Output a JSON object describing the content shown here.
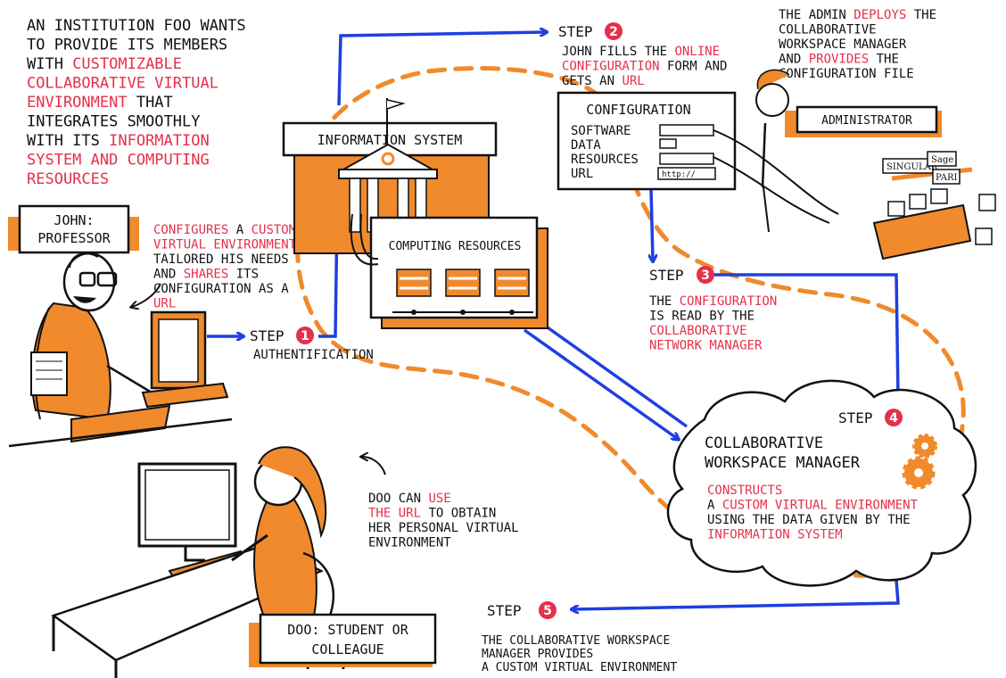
{
  "colors": {
    "accent": "#e5304a",
    "orange": "#f08a2c",
    "blue": "#1f3fe0",
    "ink": "#111111"
  },
  "intro": [
    [
      {
        "t": "AN INSTITUTION FOO WANTS",
        "c": "k"
      }
    ],
    [
      {
        "t": "TO PROVIDE ITS MEMBERS",
        "c": "k"
      }
    ],
    [
      {
        "t": "WITH ",
        "c": "k"
      },
      {
        "t": "CUSTOMIZABLE",
        "c": "r"
      }
    ],
    [
      {
        "t": "COLLABORATIVE VIRTUAL",
        "c": "r"
      }
    ],
    [
      {
        "t": "ENVIRONMENT",
        "c": "r"
      },
      {
        "t": " THAT",
        "c": "k"
      }
    ],
    [
      {
        "t": "INTEGRATES SMOOTHLY",
        "c": "k"
      }
    ],
    [
      {
        "t": "WITH ITS ",
        "c": "k"
      },
      {
        "t": "INFORMATION",
        "c": "r"
      }
    ],
    [
      {
        "t": "SYSTEM AND COMPUTING",
        "c": "r"
      }
    ],
    [
      {
        "t": "RESOURCES",
        "c": "r"
      }
    ]
  ],
  "john_tag": [
    "JOHN:",
    "PROFESSOR"
  ],
  "john_desc": [
    [
      {
        "t": "CONFIGURES",
        "c": "r"
      },
      {
        "t": " A ",
        "c": "k"
      },
      {
        "t": "CUSTOM",
        "c": "r"
      }
    ],
    [
      {
        "t": "VIRTUAL ENVIRONMENT",
        "c": "r"
      }
    ],
    [
      {
        "t": "TAILORED HIS NEEDS",
        "c": "k"
      }
    ],
    [
      {
        "t": "AND ",
        "c": "k"
      },
      {
        "t": "SHARES",
        "c": "r"
      },
      {
        "t": " ITS",
        "c": "k"
      }
    ],
    [
      {
        "t": "CONFIGURATION AS A",
        "c": "k"
      }
    ],
    [
      {
        "t": "URL",
        "c": "r"
      }
    ]
  ],
  "step_word": "STEP",
  "step1": {
    "num": "1",
    "desc": "AUTHENTIFICATION"
  },
  "step2": {
    "num": "2",
    "lines": [
      [
        {
          "t": "JOHN FILLS THE ",
          "c": "k"
        },
        {
          "t": "ONLINE",
          "c": "r"
        }
      ],
      [
        {
          "t": "CONFIGURATION",
          "c": "r"
        },
        {
          "t": " FORM AND",
          "c": "k"
        }
      ],
      [
        {
          "t": "GETS AN ",
          "c": "k"
        },
        {
          "t": "URL",
          "c": "r"
        }
      ]
    ]
  },
  "admin_desc": [
    [
      {
        "t": "THE ADMIN ",
        "c": "k"
      },
      {
        "t": "DEPLOYS",
        "c": "r"
      },
      {
        "t": " THE",
        "c": "k"
      }
    ],
    [
      {
        "t": "COLLABORATIVE",
        "c": "k"
      }
    ],
    [
      {
        "t": "WORKSPACE MANAGER",
        "c": "k"
      }
    ],
    [
      {
        "t": "AND ",
        "c": "k"
      },
      {
        "t": "PROVIDES",
        "c": "r"
      },
      {
        "t": " THE",
        "c": "k"
      }
    ],
    [
      {
        "t": "CONFIGURATION FILE",
        "c": "k"
      }
    ]
  ],
  "admin_tag": "ADMINISTRATOR",
  "config_form": {
    "title": "CONFIGURATION",
    "fields": [
      "SOFTWARE",
      "DATA",
      "RESOURCES",
      "URL"
    ],
    "url_value": "http://"
  },
  "software_tags": [
    "SINGULAR",
    "Sage",
    "PARI"
  ],
  "info_system_label": "INFORMATION SYSTEM",
  "computing_label": "COMPUTING RESOURCES",
  "step3": {
    "num": "3",
    "lines": [
      [
        {
          "t": "THE ",
          "c": "k"
        },
        {
          "t": "CONFIGURATION",
          "c": "r"
        }
      ],
      [
        {
          "t": "IS READ BY THE",
          "c": "k"
        }
      ],
      [
        {
          "t": "COLLABORATIVE",
          "c": "r"
        }
      ],
      [
        {
          "t": "NETWORK MANAGER",
          "c": "r"
        }
      ]
    ]
  },
  "step4": {
    "num": "4",
    "title": [
      "COLLABORATIVE",
      "WORKSPACE MANAGER"
    ],
    "lines": [
      [
        {
          "t": "CONSTRUCTS",
          "c": "r"
        }
      ],
      [
        {
          "t": "A ",
          "c": "k"
        },
        {
          "t": "CUSTOM VIRTUAL ENVIRONMENT",
          "c": "r"
        }
      ],
      [
        {
          "t": "USING THE DATA GIVEN BY THE",
          "c": "k"
        }
      ],
      [
        {
          "t": "INFORMATION SYSTEM",
          "c": "r"
        }
      ]
    ]
  },
  "doo_desc": [
    [
      {
        "t": "DOO CAN ",
        "c": "k"
      },
      {
        "t": "USE",
        "c": "r"
      }
    ],
    [
      {
        "t": "THE URL",
        "c": "r"
      },
      {
        "t": " TO OBTAIN",
        "c": "k"
      }
    ],
    [
      {
        "t": "HER PERSONAL VIRTUAL",
        "c": "k"
      }
    ],
    [
      {
        "t": "ENVIRONMENT",
        "c": "k"
      }
    ]
  ],
  "doo_tag": [
    "DOO: STUDENT OR",
    "COLLEAGUE"
  ],
  "step5": {
    "num": "5",
    "lines": [
      [
        {
          "t": "THE COLLABORATIVE WORKSPACE",
          "c": "k"
        }
      ],
      [
        {
          "t": "MANAGER PROVIDES",
          "c": "k"
        }
      ],
      [
        {
          "t": "A CUSTOM VIRTUAL ENVIRONMENT",
          "c": "k"
        }
      ]
    ]
  }
}
